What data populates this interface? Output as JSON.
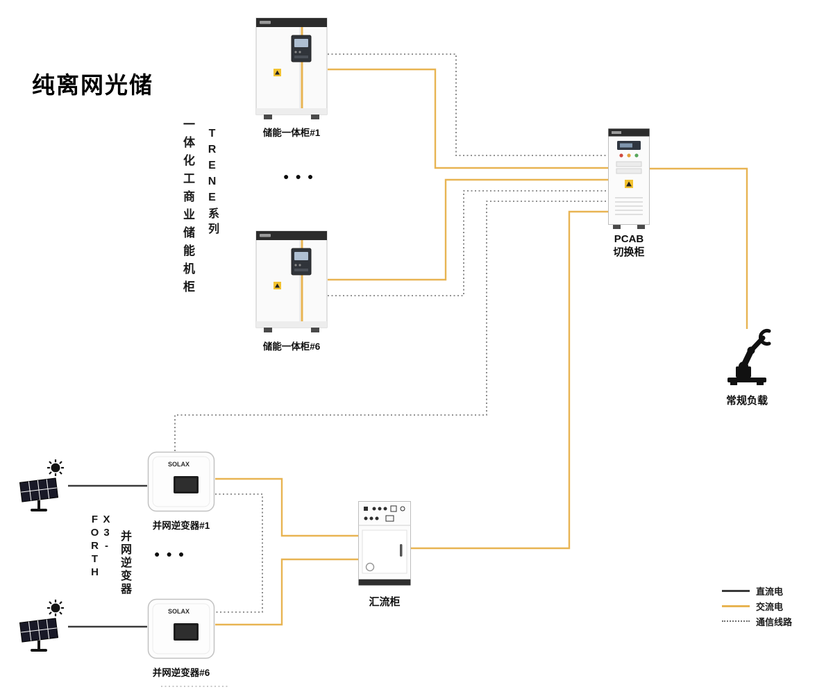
{
  "title": "纯离网光储",
  "series_label": {
    "left_column": "一体化工商业储能机柜",
    "right_column": "TRENE系列"
  },
  "inverter_series_label": {
    "left_column": "X3-FORTH",
    "right_column": "并网逆变器"
  },
  "devices": {
    "cabinet1_label": "储能一体柜#1",
    "cabinet6_label": "储能一体柜#6",
    "pcab_label_line1": "PCAB",
    "pcab_label_line2": "切换柜",
    "load_label": "常规负载",
    "inverter1_label": "并网逆变器#1",
    "inverter6_label": "并网逆变器#6",
    "combiner_label": "汇流柜",
    "inverter_logo": "SOLAX"
  },
  "ellipsis": "●●●",
  "legend": {
    "items": [
      {
        "label": "直流电",
        "line_style": "solid",
        "color": "#3a3a3a"
      },
      {
        "label": "交流电",
        "line_style": "solid",
        "color": "#E8B452"
      },
      {
        "label": "通信线路",
        "line_style": "dotted",
        "color": "#6e6e6e"
      }
    ]
  },
  "colors": {
    "dc_line": "#3a3a3a",
    "ac_line": "#E8B452",
    "comm_line": "#6e6e6e"
  }
}
